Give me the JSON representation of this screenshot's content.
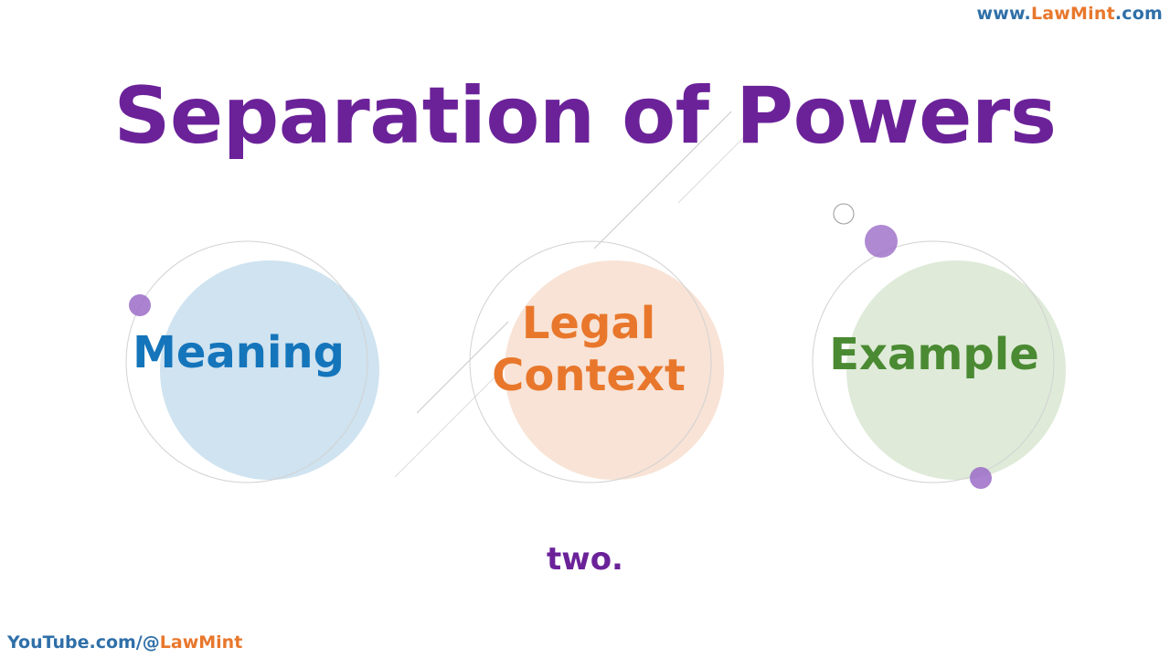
{
  "watermark_top": {
    "prefix": "www.",
    "brand": "LawMint",
    "suffix": ".com"
  },
  "title": "Separation of Powers",
  "topics": [
    {
      "label": "Meaning",
      "color": "#1575bb",
      "fill": "#cfe3f0"
    },
    {
      "label_line1": "Legal",
      "label_line2": "Context",
      "color": "#e8772c",
      "fill": "#f8e3d6"
    },
    {
      "label": "Example",
      "color": "#4a8a32",
      "fill": "#dfead9"
    }
  ],
  "caption": "two.",
  "watermark_bottom": {
    "prefix": "YouTube.com/@",
    "brand": "LawMint"
  },
  "colors": {
    "title": "#6b2299",
    "accent_dot": "#9b6cc7",
    "watermark_blue": "#2f6fa8",
    "watermark_orange": "#e8772c"
  }
}
